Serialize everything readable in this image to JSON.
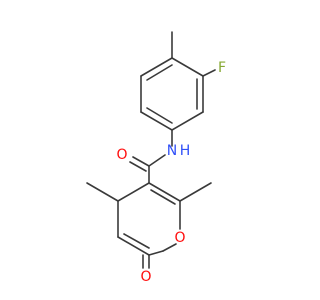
{
  "atoms": {
    "fluorine": "F",
    "amide_nitrogen": "N",
    "amide_hydrogen": "H",
    "carbonyl_oxygen": "O",
    "ring_oxygen": "O",
    "lactone_oxygen": "O"
  },
  "colors": {
    "bond": "#3a3a3a",
    "fluorine": "#86a833",
    "nitrogen": "#3050f8",
    "oxygen": "#ff0d0d"
  }
}
